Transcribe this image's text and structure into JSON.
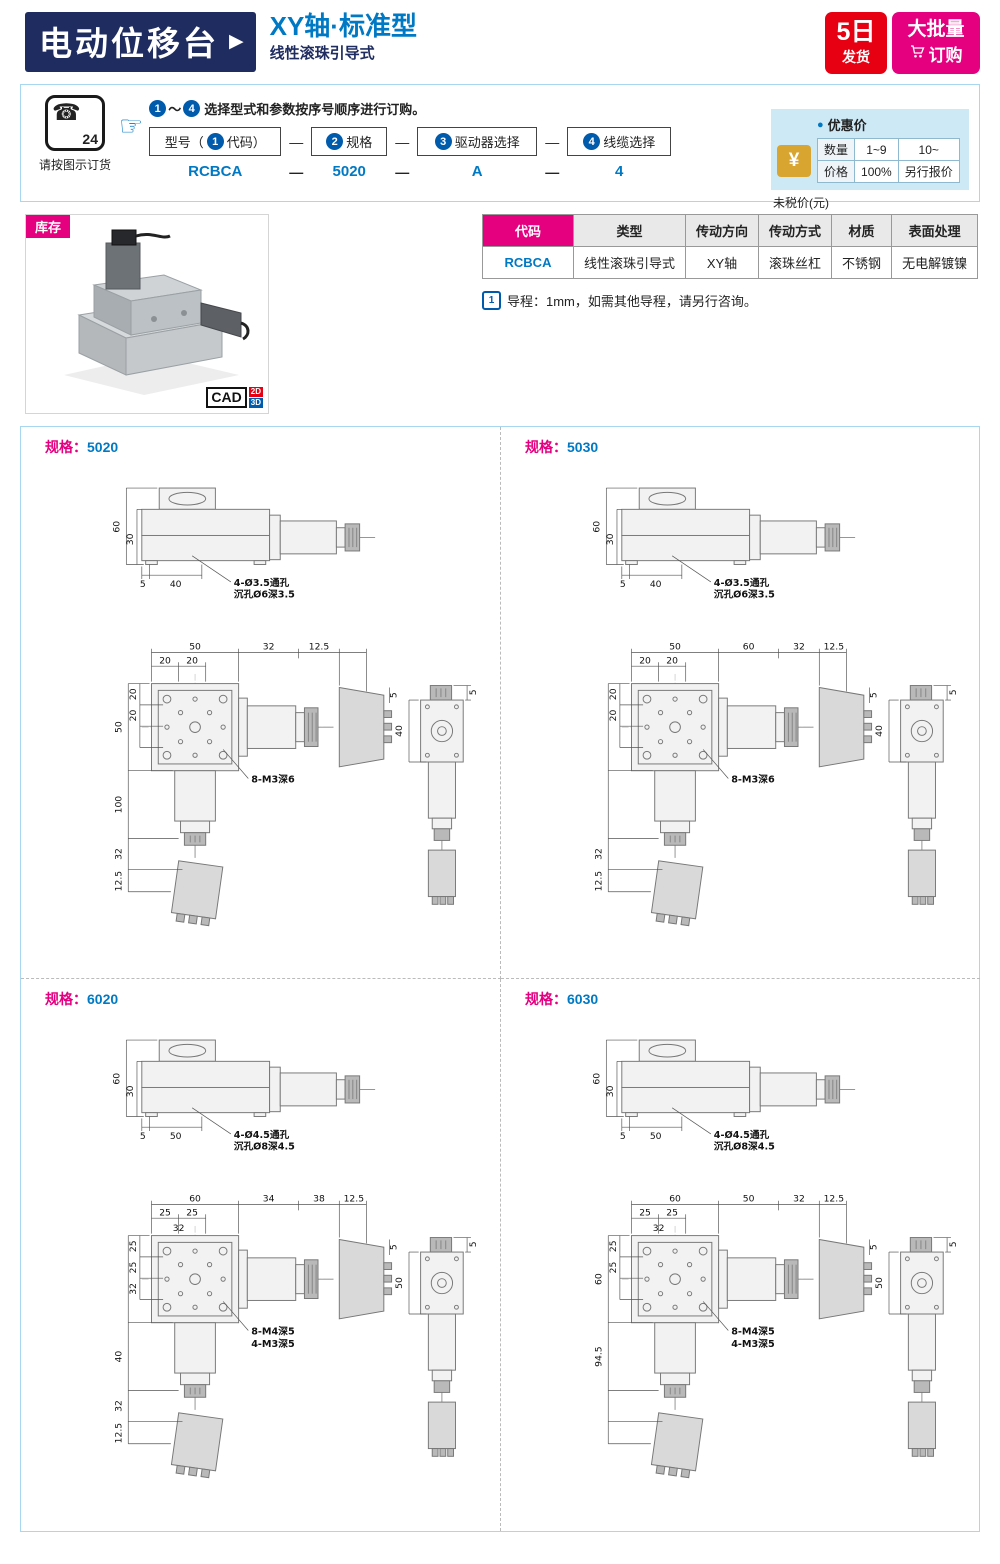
{
  "header": {
    "title": "电动位移台",
    "arrow": "▶",
    "subtitle": "XY轴·标准型",
    "subtitle2": "线性滚珠引导式",
    "ship_badge": {
      "big": "5日",
      "small": "发货"
    },
    "bulk_badge": {
      "line1": "大批量",
      "line2": "订购"
    }
  },
  "order": {
    "phone_icon": "☎",
    "phone_24": "24",
    "phone_label": "请按图示订货",
    "pointer": "☞",
    "range_start": "1",
    "range_tilde": "～",
    "range_end": "4",
    "instruction": "选择型式和参数按序号顺序进行订购。",
    "dash": "—",
    "steps": [
      {
        "pre": "型号（",
        "num": "1",
        "post": "代码）"
      },
      {
        "pre": "",
        "num": "2",
        "post": "规格"
      },
      {
        "pre": "",
        "num": "3",
        "post": "驱动器选择"
      },
      {
        "pre": "",
        "num": "4",
        "post": "线缆选择"
      }
    ],
    "example": {
      "code": "RCBCA",
      "spec": "5020",
      "driver": "A",
      "cable": "4"
    }
  },
  "price": {
    "bullet": "●",
    "title": "优惠价",
    "yen": "¥",
    "rows": [
      [
        "数量",
        "1~9",
        "10~"
      ],
      [
        "价格",
        "100%",
        "另行报价"
      ]
    ],
    "tax_note": "未税价(元)"
  },
  "stock": {
    "label": "库存",
    "cad": "CAD",
    "cad_2d": "2D",
    "cad_3d": "3D"
  },
  "spec_table": {
    "headers": [
      "代码",
      "类型",
      "传动方向",
      "传动方式",
      "材质",
      "表面处理"
    ],
    "row": [
      "RCBCA",
      "线性滚珠引导式",
      "XY轴",
      "滚珠丝杠",
      "不锈钢",
      "无电解镀镍"
    ]
  },
  "lead_note": {
    "num": "1",
    "text": "导程：1mm，如需其他导程，请另行咨询。"
  },
  "drawings": [
    {
      "spec_label": "规格：",
      "spec_value": "5020",
      "side": {
        "v0": "60",
        "v1": "30",
        "h0": "5",
        "h1": "40",
        "note1": "4-Ø3.5通孔",
        "note2": "沉孔Ø6深3.5"
      },
      "plan": {
        "t0": "50",
        "t1": "32",
        "t2": "12.5",
        "t3": "",
        "s0": "20",
        "s1": "20",
        "s2": "",
        "l0": "50",
        "l1": "100",
        "l2": "32",
        "l3": "12.5",
        "ls0": "20",
        "ls1": "20",
        "ls2": "",
        "small": "5",
        "note1": "8-M3深6",
        "note2": ""
      },
      "right": {
        "d0": "5",
        "d1": "40"
      }
    },
    {
      "spec_label": "规格：",
      "spec_value": "5030",
      "side": {
        "v0": "60",
        "v1": "30",
        "h0": "5",
        "h1": "40",
        "note1": "4-Ø3.5通孔",
        "note2": "沉孔Ø6深3.5"
      },
      "plan": {
        "t0": "50",
        "t1": "60",
        "t2": "32",
        "t3": "12.5",
        "s0": "20",
        "s1": "20",
        "s2": "",
        "l0": "",
        "l1": "",
        "l2": "32",
        "l3": "12.5",
        "ls0": "20",
        "ls1": "20",
        "ls2": "",
        "small": "5",
        "note1": "8-M3深6",
        "note2": ""
      },
      "right": {
        "d0": "5",
        "d1": "40"
      }
    },
    {
      "spec_label": "规格：",
      "spec_value": "6020",
      "side": {
        "v0": "60",
        "v1": "30",
        "h0": "5",
        "h1": "50",
        "note1": "4-Ø4.5通孔",
        "note2": "沉孔Ø8深4.5"
      },
      "plan": {
        "t0": "60",
        "t1": "34",
        "t2": "38",
        "t3": "12.5",
        "s0": "25",
        "s1": "25",
        "s2": "32",
        "l0": "",
        "l1": "40",
        "l2": "32",
        "l3": "12.5",
        "ls0": "25",
        "ls1": "25",
        "ls2": "32",
        "small": "5",
        "note1": "8-M4深5",
        "note2": "4-M3深5"
      },
      "right": {
        "d0": "5",
        "d1": "50"
      }
    },
    {
      "spec_label": "规格：",
      "spec_value": "6030",
      "side": {
        "v0": "60",
        "v1": "30",
        "h0": "5",
        "h1": "50",
        "note1": "4-Ø4.5通孔",
        "note2": "沉孔Ø8深4.5"
      },
      "plan": {
        "t0": "60",
        "t1": "50",
        "t2": "32",
        "t3": "12.5",
        "s0": "25",
        "s1": "25",
        "s2": "32",
        "l0": "60",
        "l1": "94.5",
        "l2": "",
        "l3": "",
        "ls0": "25",
        "ls1": "25",
        "ls2": "",
        "small": "5",
        "note1": "8-M4深5",
        "note2": "4-M3深5"
      },
      "right": {
        "d0": "5",
        "d1": "50"
      }
    }
  ]
}
